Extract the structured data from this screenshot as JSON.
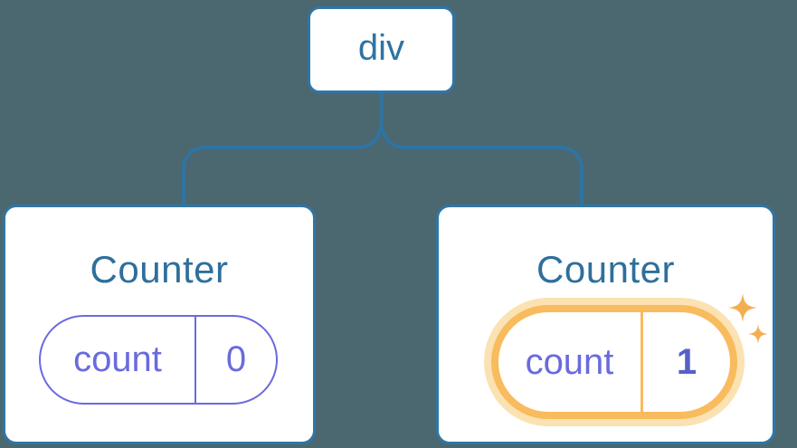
{
  "diagram": {
    "description": "React component tree with state",
    "tree": {
      "root": {
        "label": "div"
      },
      "children": [
        {
          "title": "Counter",
          "state": {
            "key": "count",
            "value": "0"
          },
          "highlighted": false
        },
        {
          "title": "Counter",
          "state": {
            "key": "count",
            "value": "1"
          },
          "highlighted": true
        }
      ]
    },
    "colors": {
      "background": "#4B6770",
      "card_background": "#FFFFFF",
      "node_border_blue": "#3076A5",
      "connector_blue": "#2F74A2",
      "text_blue": "#2E6F9B",
      "pill_purple": "#6A6ADF",
      "value_bold_purple": "#5560C8",
      "highlight_orange": "#F8BB5D",
      "highlight_halo": "#FBE2B2",
      "sparkle_orange": "#F2AF52"
    }
  }
}
